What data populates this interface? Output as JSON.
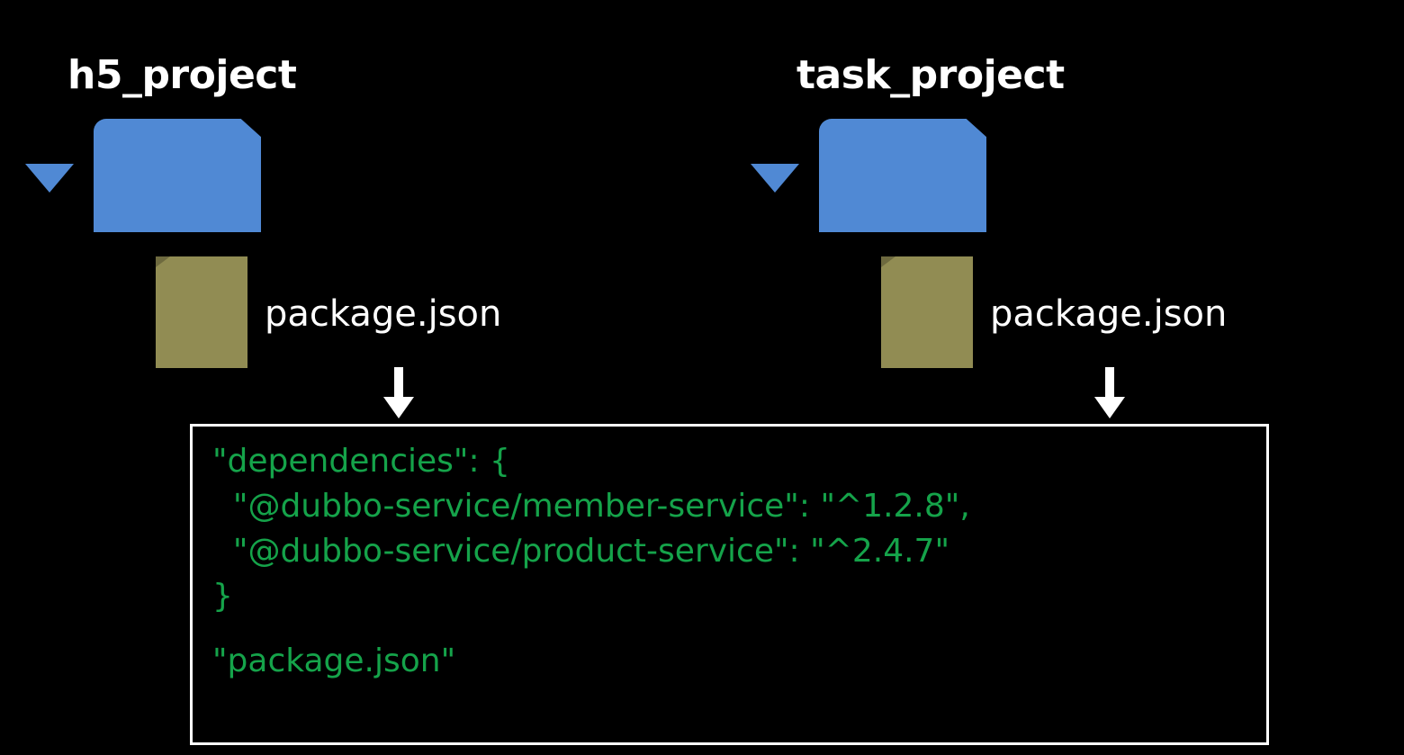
{
  "background_color": "#000000",
  "colors": {
    "folder_blue": "#5089D4",
    "file_olive": "#918C53",
    "code_green": "#15A34A",
    "text_white": "#ffffff",
    "panel_border": "#ffffff"
  },
  "projects": [
    {
      "title": "h5_project",
      "caret_icon": "triangle-down-icon",
      "folder_icon": "folder-icon",
      "file_icon": "file-icon",
      "file_label": "package.json",
      "arrow_icon": "arrow-down-icon"
    },
    {
      "title": "task_project",
      "caret_icon": "triangle-down-icon",
      "folder_icon": "folder-icon",
      "file_icon": "file-icon",
      "file_label": "package.json",
      "arrow_icon": "arrow-down-icon"
    }
  ],
  "code_panel": {
    "lines": [
      "\"dependencies\": {",
      "  \"@dubbo-service/member-service\": \"^1.2.8\",",
      "  \"@dubbo-service/product-service\": \"^2.4.7\"",
      "}",
      "",
      "\"package.json\""
    ],
    "dependencies": [
      {
        "name": "@dubbo-service/member-service",
        "version": "^1.2.8"
      },
      {
        "name": "@dubbo-service/product-service",
        "version": "^2.4.7"
      }
    ],
    "file_reference": "\"package.json\""
  }
}
